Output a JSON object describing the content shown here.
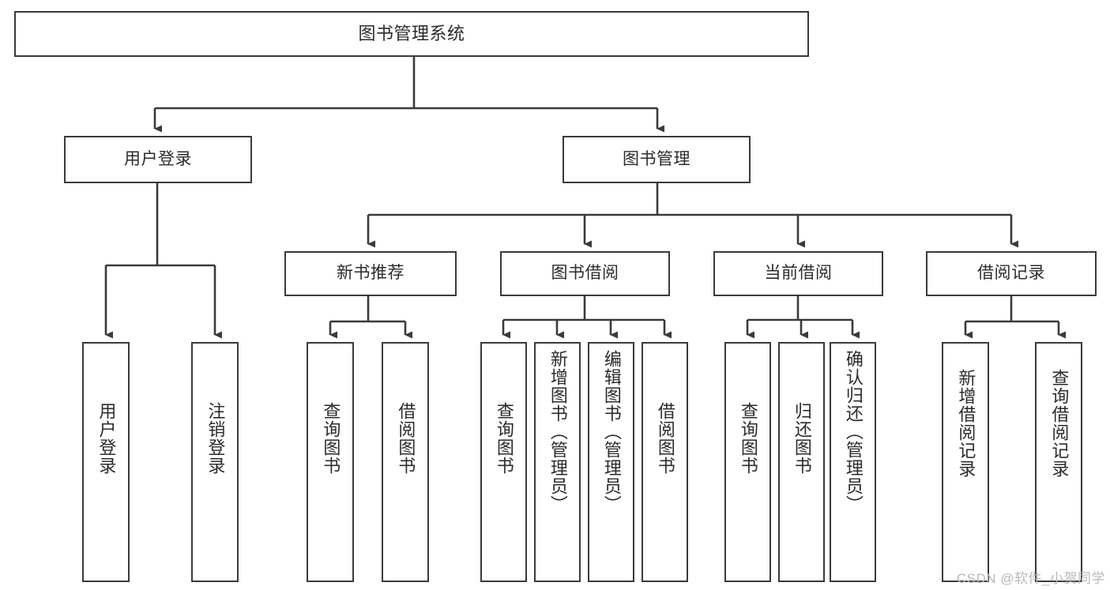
{
  "diagram": {
    "title": "图书管理系统",
    "type": "tree-hierarchy-diagram",
    "watermark": "CSDN @软件_小贺同学",
    "colors": {
      "box_border": "#3a3a3a",
      "box_fill": "#ffffff",
      "connector": "#3a3a3a",
      "text": "#2b2b2b",
      "watermark": "#b9b9b9",
      "background": "#ffffff"
    },
    "root": {
      "label": "图书管理系统"
    },
    "level2": [
      {
        "label": "用户登录"
      },
      {
        "label": "图书管理"
      }
    ],
    "level3": [
      {
        "label": "新书推荐"
      },
      {
        "label": "图书借阅"
      },
      {
        "label": "当前借阅"
      },
      {
        "label": "借阅记录"
      }
    ],
    "leaves": {
      "user_login": [
        {
          "label": "用户登录"
        },
        {
          "label": "注销登录"
        }
      ],
      "new_book_recommend": [
        {
          "label": "查询图书"
        },
        {
          "label": "借阅图书"
        }
      ],
      "book_borrow": [
        {
          "label": "查询图书"
        },
        {
          "label": "新增图书（管理员）"
        },
        {
          "label": "编辑图书（管理员）"
        },
        {
          "label": "借阅图书"
        }
      ],
      "current_borrow": [
        {
          "label": "查询图书"
        },
        {
          "label": "归还图书"
        },
        {
          "label": "确认归还（管理员）"
        }
      ],
      "borrow_record": [
        {
          "label": "新增借阅记录"
        },
        {
          "label": "查询借阅记录"
        }
      ]
    }
  }
}
